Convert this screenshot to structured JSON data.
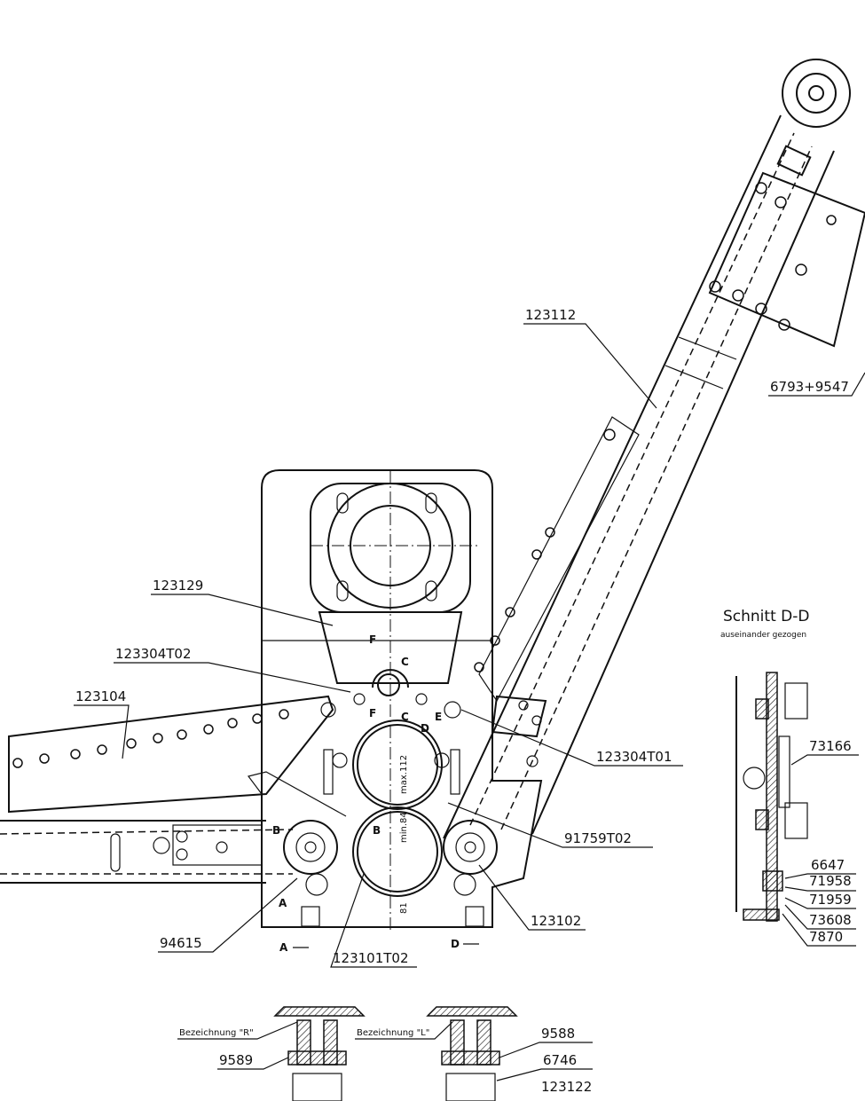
{
  "drawing": {
    "labels": {
      "p123112": "123112",
      "p6793": "6793+9547",
      "p123129": "123129",
      "p123304T02": "123304T02",
      "p123104": "123104",
      "p123304T01": "123304T01",
      "p91759T02": "91759T02",
      "p123102": "123102",
      "p94615": "94615",
      "p123101T02": "123101T02"
    },
    "dimensions": {
      "min": "min.84",
      "max": "max.112",
      "d81": "81"
    },
    "section_marks": {
      "a": "A",
      "b": "B",
      "c": "C",
      "d": "D",
      "e": "E",
      "f": "F"
    },
    "section_dd": {
      "title": "Schnitt D-D",
      "subtitle": "auseinander gezogen",
      "labels": [
        "73166",
        "6647",
        "71958",
        "71959",
        "73608",
        "7870"
      ]
    },
    "bottom_details": {
      "r_label": "Bezeichnung \"R\"",
      "l_label": "Bezeichnung \"L\"",
      "labels": [
        "9589",
        "9588",
        "6746",
        "123122"
      ]
    }
  }
}
